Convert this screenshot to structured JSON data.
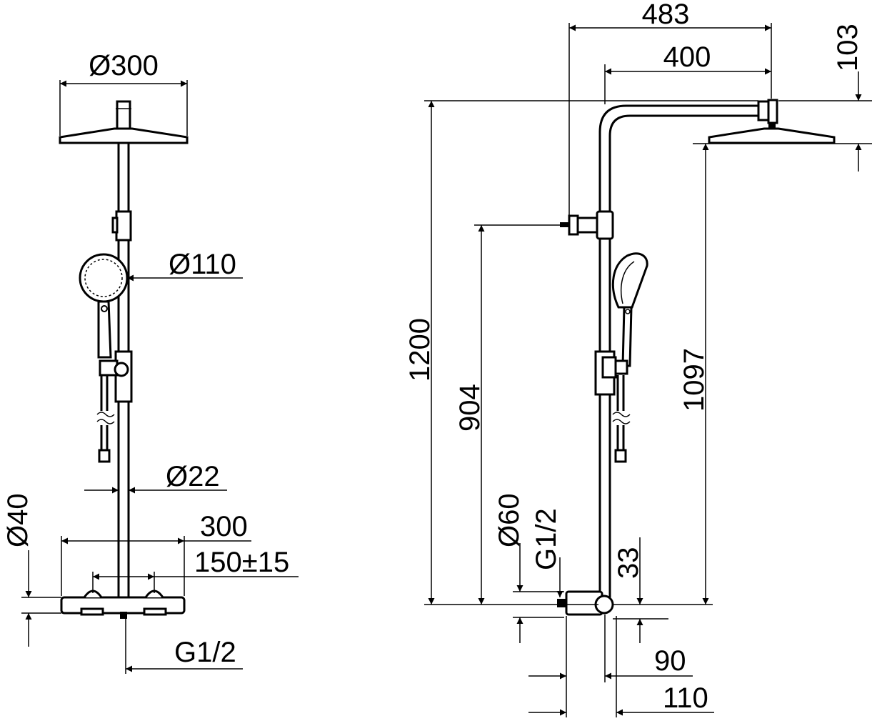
{
  "front_view": {
    "head_diameter": "Ø300",
    "hand_shower_diameter": "Ø110",
    "pipe_diameter": "Ø22",
    "mixer_diameter": "Ø40",
    "mixer_width": "300",
    "inlet_spacing": "150±15",
    "outlet_thread": "G1/2"
  },
  "side_view": {
    "arm_reach": "483",
    "head_reach": "400",
    "head_offset": "103",
    "total_height": "1200",
    "bracket_height": "904",
    "head_height": "1097",
    "body_diameter": "Ø60",
    "inlet_thread": "G1/2",
    "outlet_offset": "33",
    "wall_distance_min": "90",
    "wall_distance_max": "110"
  }
}
